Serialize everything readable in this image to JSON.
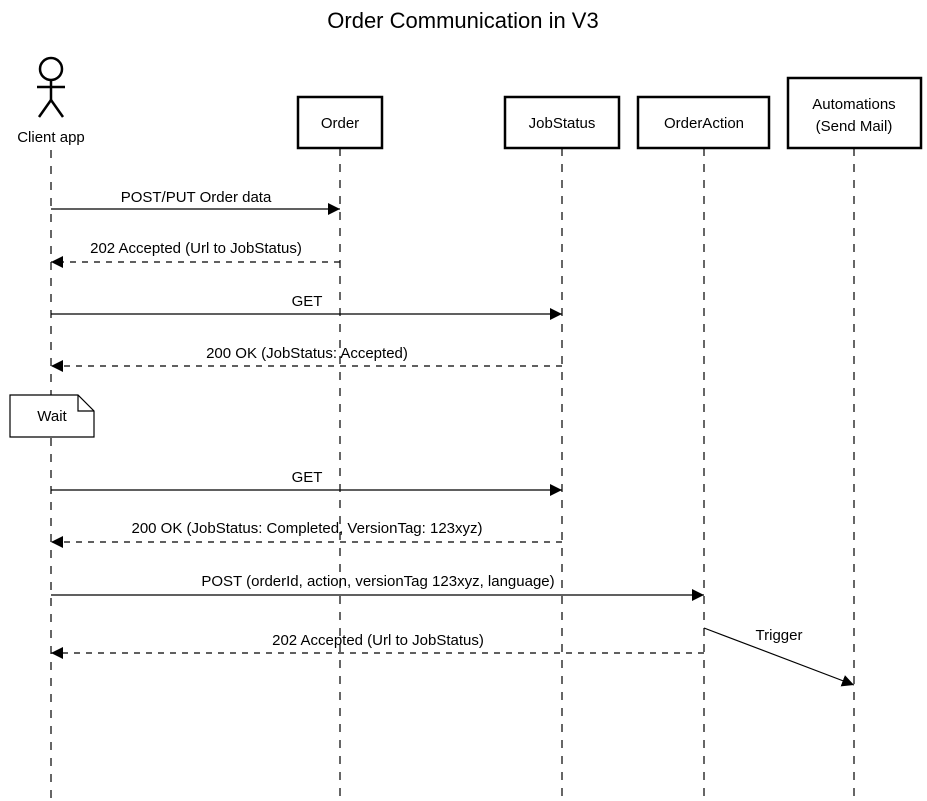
{
  "title": "Order Communication in V3",
  "participants": [
    {
      "id": "client",
      "kind": "actor",
      "label": "Client app"
    },
    {
      "id": "order",
      "kind": "box",
      "label": "Order"
    },
    {
      "id": "jobstatus",
      "kind": "box",
      "label": "JobStatus"
    },
    {
      "id": "orderaction",
      "kind": "box",
      "label": "OrderAction"
    },
    {
      "id": "automations",
      "kind": "box",
      "label_lines": [
        "Automations",
        "(Send Mail)"
      ]
    }
  ],
  "messages": [
    {
      "from": "client",
      "to": "order",
      "style": "solid",
      "label": "POST/PUT Order data"
    },
    {
      "from": "order",
      "to": "client",
      "style": "dashed",
      "label": "202 Accepted (Url to JobStatus)"
    },
    {
      "from": "client",
      "to": "jobstatus",
      "style": "solid",
      "label": "GET"
    },
    {
      "from": "jobstatus",
      "to": "client",
      "style": "dashed",
      "label": "200 OK (JobStatus: Accepted)"
    },
    {
      "from": "client",
      "to": "jobstatus",
      "style": "solid",
      "label": "GET"
    },
    {
      "from": "jobstatus",
      "to": "client",
      "style": "dashed",
      "label": "200 OK (JobStatus: Completed, VersionTag: 123xyz)"
    },
    {
      "from": "client",
      "to": "orderaction",
      "style": "solid",
      "label": "POST (orderId, action, versionTag 123xyz, language)"
    },
    {
      "from": "orderaction",
      "to": "client",
      "style": "dashed",
      "label": "202 Accepted (Url to JobStatus)"
    },
    {
      "from": "orderaction",
      "to": "automations",
      "style": "solid",
      "label": "Trigger"
    }
  ],
  "note": {
    "label": "Wait"
  }
}
